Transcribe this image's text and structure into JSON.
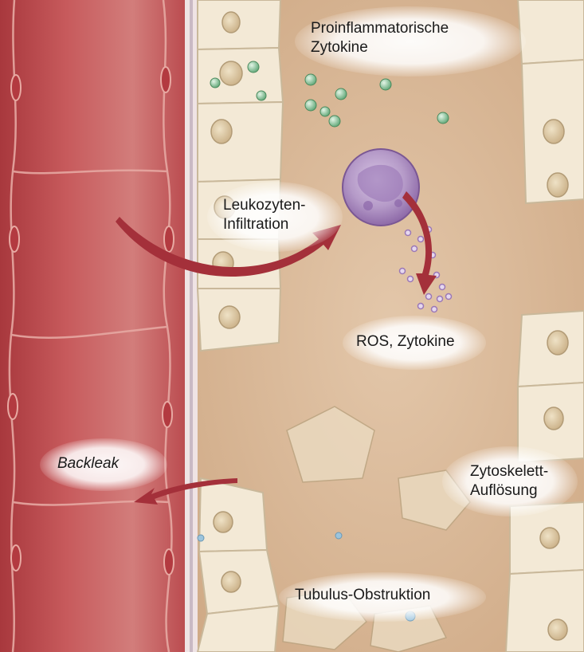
{
  "labels": {
    "cytokines": [
      "Proinflammatorische",
      "Zytokine"
    ],
    "leukocyte": [
      "Leukozyten-",
      "Infiltration"
    ],
    "ros": "ROS, Zytokine",
    "backleak": "Backleak",
    "cytoskeleton": [
      "Zytoskelett-",
      "Auflösung"
    ],
    "obstruction": "Tubulus-Obstruktion"
  },
  "colors": {
    "vessel": "#b5474a",
    "vessel_light": "#cf7c79",
    "lumen": "#d9b89a",
    "cell": "#f3e9d6",
    "arrow": "#a4303a",
    "leukocyte": "#a58ab8",
    "cytokine_dot": "#7fbf94",
    "ros_dot": "#b898cc"
  }
}
